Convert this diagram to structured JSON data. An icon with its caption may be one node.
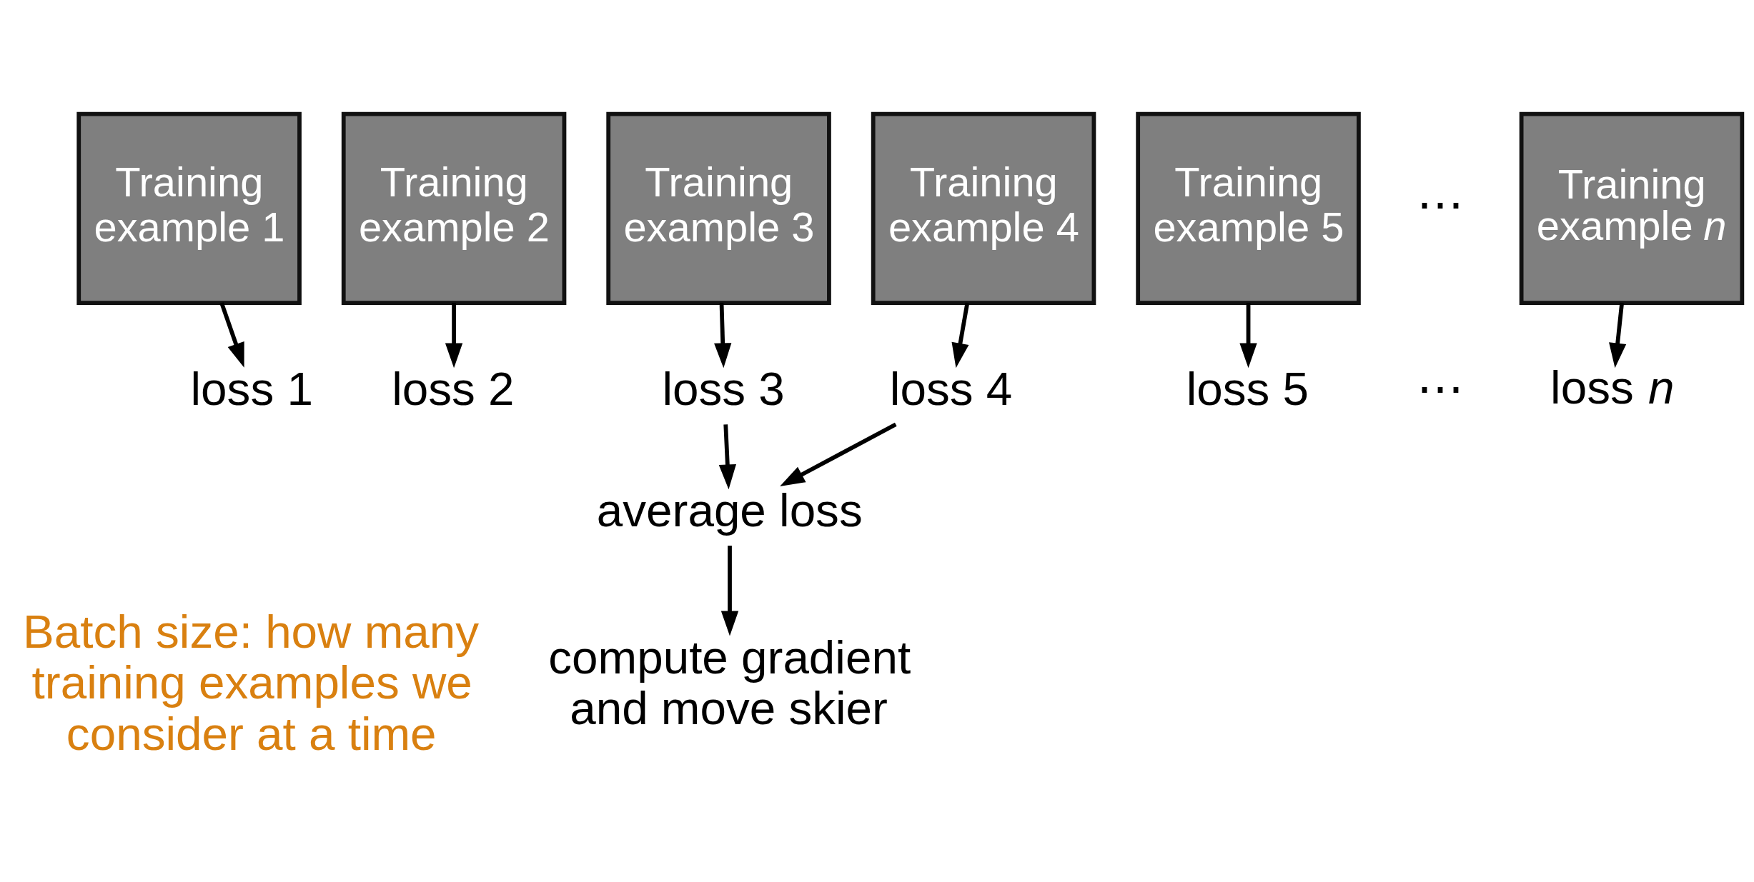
{
  "diagram": {
    "nodes": [
      {
        "text": [
          "Training example 1"
        ]
      },
      {
        "text": [
          "Training example 2"
        ]
      },
      {
        "text": [
          "Training example 3"
        ]
      },
      {
        "text": [
          "Training example 4"
        ]
      },
      {
        "text": [
          "Training example 5"
        ]
      },
      {
        "text": [
          "Training example *n*"
        ]
      },
      {
        "text": [
          "loss 1"
        ]
      },
      {
        "text": [
          "loss 2"
        ]
      },
      {
        "text": [
          "loss 3"
        ]
      },
      {
        "text": [
          "loss 4"
        ]
      },
      {
        "text": [
          "loss 5"
        ]
      },
      {
        "text": [
          "loss *n*"
        ]
      },
      {
        "text": [
          "average loss"
        ]
      },
      {
        "text": [
          "compute gradient and move skier"
        ]
      }
    ],
    "edges": [
      {
        "from": 0,
        "to": 6,
        "arrow": "to"
      },
      {
        "from": 1,
        "to": 7,
        "arrow": "to"
      },
      {
        "from": 2,
        "to": 8,
        "arrow": "to"
      },
      {
        "from": 3,
        "to": 9,
        "arrow": "to"
      },
      {
        "from": 4,
        "to": 10,
        "arrow": "to"
      },
      {
        "from": 5,
        "to": 11,
        "arrow": "to"
      },
      {
        "from": 8,
        "to": 12,
        "arrow": "to"
      },
      {
        "from": 9,
        "to": 12,
        "arrow": "to"
      },
      {
        "from": 12,
        "to": 13,
        "arrow": "to"
      }
    ],
    "labels": [
      "⋯",
      "⋯",
      "Batch size: how many training examples we consider at a time"
    ]
  }
}
